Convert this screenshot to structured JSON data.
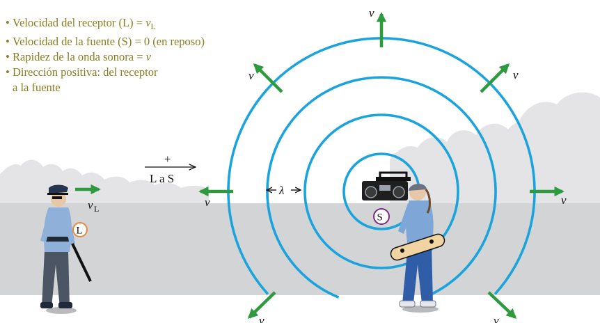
{
  "bullets": {
    "b1_text": "Velocidad del receptor (L) = ",
    "b1_var": "v",
    "b1_sub": "L",
    "b2_text": "Velocidad de la fuente (S) = 0 (en reposo)",
    "b3_text": "Rapidez de la onda sonora = ",
    "b3_var": "v",
    "b4_line1": "Dirección positiva: del receptor",
    "b4_line2": "a la fuente"
  },
  "direction": {
    "sign": "+",
    "label": "L a S"
  },
  "wavelength": {
    "symbol": "λ"
  },
  "wave_speed_label": "v",
  "listener": {
    "badge": "L",
    "velocity_var": "v",
    "velocity_sub": "L"
  },
  "source": {
    "badge": "S"
  },
  "colors": {
    "wave": "#1aa3dc",
    "arrow": "#2e9a3e",
    "bullet_text": "#8a7d1f",
    "ground": "#d3d4d6",
    "trees": "#e4e4e6",
    "listener_badge": "#e8893a",
    "source_badge": "#7b2a83"
  }
}
